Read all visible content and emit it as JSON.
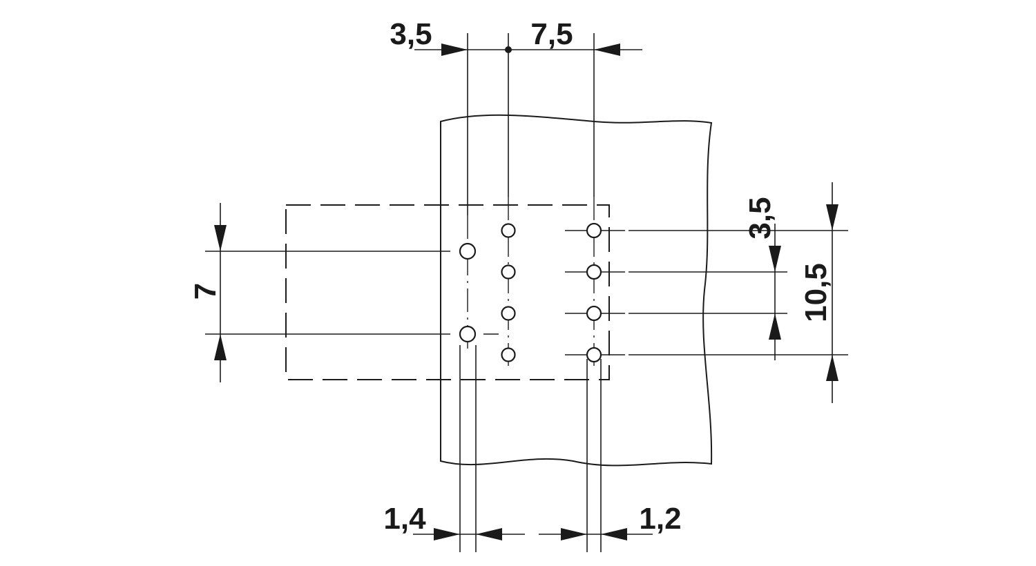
{
  "dimensions": {
    "top_left": "3,5",
    "top_right": "7,5",
    "left": "7",
    "right_small": "3,5",
    "right_large": "10,5",
    "bottom_left": "1,4",
    "bottom_right": "1,2"
  }
}
